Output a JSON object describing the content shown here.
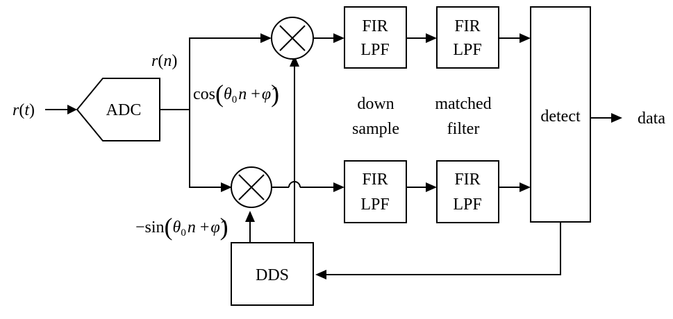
{
  "blocks": {
    "adc": "ADC",
    "dds": "DDS",
    "fir1_line1": "FIR",
    "fir1_line2": "LPF",
    "fir2_line1": "FIR",
    "fir2_line2": "LPF",
    "fir3_line1": "FIR",
    "fir3_line2": "LPF",
    "fir4_line1": "FIR",
    "fir4_line2": "LPF",
    "detect": "detect"
  },
  "captions": {
    "downsample_line1": "down",
    "downsample_line2": "sample",
    "matched_line1": "matched",
    "matched_line2": "filter"
  },
  "signals": {
    "input_fn": "r",
    "input_arg": "t",
    "sampled_fn": "r",
    "sampled_arg": "n",
    "output": "data",
    "cos_fn": "cos",
    "sin_fn": "−sin",
    "theta": "θ",
    "theta_sub": "0",
    "n": "n",
    "plus": "+",
    "phi_hat": "φ̂"
  }
}
